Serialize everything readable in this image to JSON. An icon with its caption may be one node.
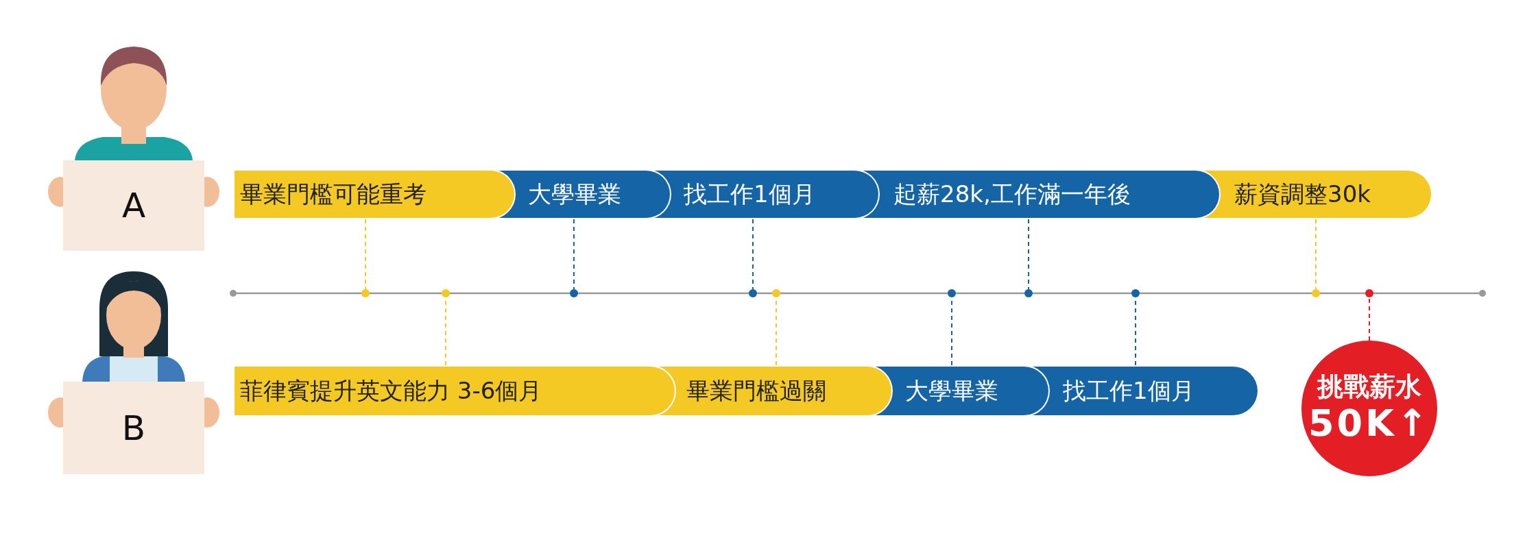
{
  "diagram": {
    "nodes": [
      {
        "text": [
          "A"
        ]
      },
      {
        "text": [
          "畢業門檻可能重考"
        ]
      },
      {
        "text": [
          "大學畢業"
        ]
      },
      {
        "text": [
          "找工作1個月"
        ]
      },
      {
        "text": [
          "起薪28k,工作滿一年後"
        ]
      },
      {
        "text": [
          "薪資調整30k"
        ]
      },
      {
        "text": [
          "B"
        ]
      },
      {
        "text": [
          "菲律賓提升英文能力 3-6個月"
        ]
      },
      {
        "text": [
          "畢業門檻過關"
        ]
      },
      {
        "text": [
          "大學畢業"
        ]
      },
      {
        "text": [
          "找工作1個月"
        ]
      },
      {
        "text": [
          "挑戰薪水",
          "50K↑"
        ]
      },
      {
        "text": [],
        "shape": "circle"
      },
      {
        "text": [],
        "shape": "circle"
      },
      {
        "text": [],
        "shape": "circle"
      },
      {
        "text": [],
        "shape": "circle"
      },
      {
        "text": [],
        "shape": "circle"
      },
      {
        "text": [],
        "shape": "circle"
      },
      {
        "text": [],
        "shape": "circle"
      },
      {
        "text": [],
        "shape": "circle"
      },
      {
        "text": [],
        "shape": "circle"
      },
      {
        "text": [],
        "shape": "circle"
      }
    ],
    "edges": [
      {
        "from": 1,
        "to": 12,
        "arrow": "none",
        "style": "dashed",
        "color": "#f5c924"
      },
      {
        "from": 7,
        "to": 13,
        "arrow": "none",
        "style": "dashed",
        "color": "#f5c924"
      },
      {
        "from": 2,
        "to": 14,
        "arrow": "none",
        "style": "dashed"
      },
      {
        "from": 3,
        "to": 15,
        "arrow": "none",
        "style": "dashed"
      },
      {
        "from": 8,
        "to": 16,
        "arrow": "none",
        "style": "dashed",
        "color": "#f5c924"
      },
      {
        "from": 9,
        "to": 17,
        "arrow": "none",
        "style": "dashed"
      },
      {
        "from": 4,
        "to": 18,
        "arrow": "none",
        "style": "dashed"
      },
      {
        "from": 10,
        "to": 19,
        "arrow": "none",
        "style": "dashed"
      },
      {
        "from": 5,
        "to": 20,
        "arrow": "none",
        "style": "dashed",
        "color": "#f5c924"
      },
      {
        "from": 11,
        "to": 21,
        "arrow": "none",
        "style": "dashed",
        "color": "#e31e24"
      }
    ]
  }
}
